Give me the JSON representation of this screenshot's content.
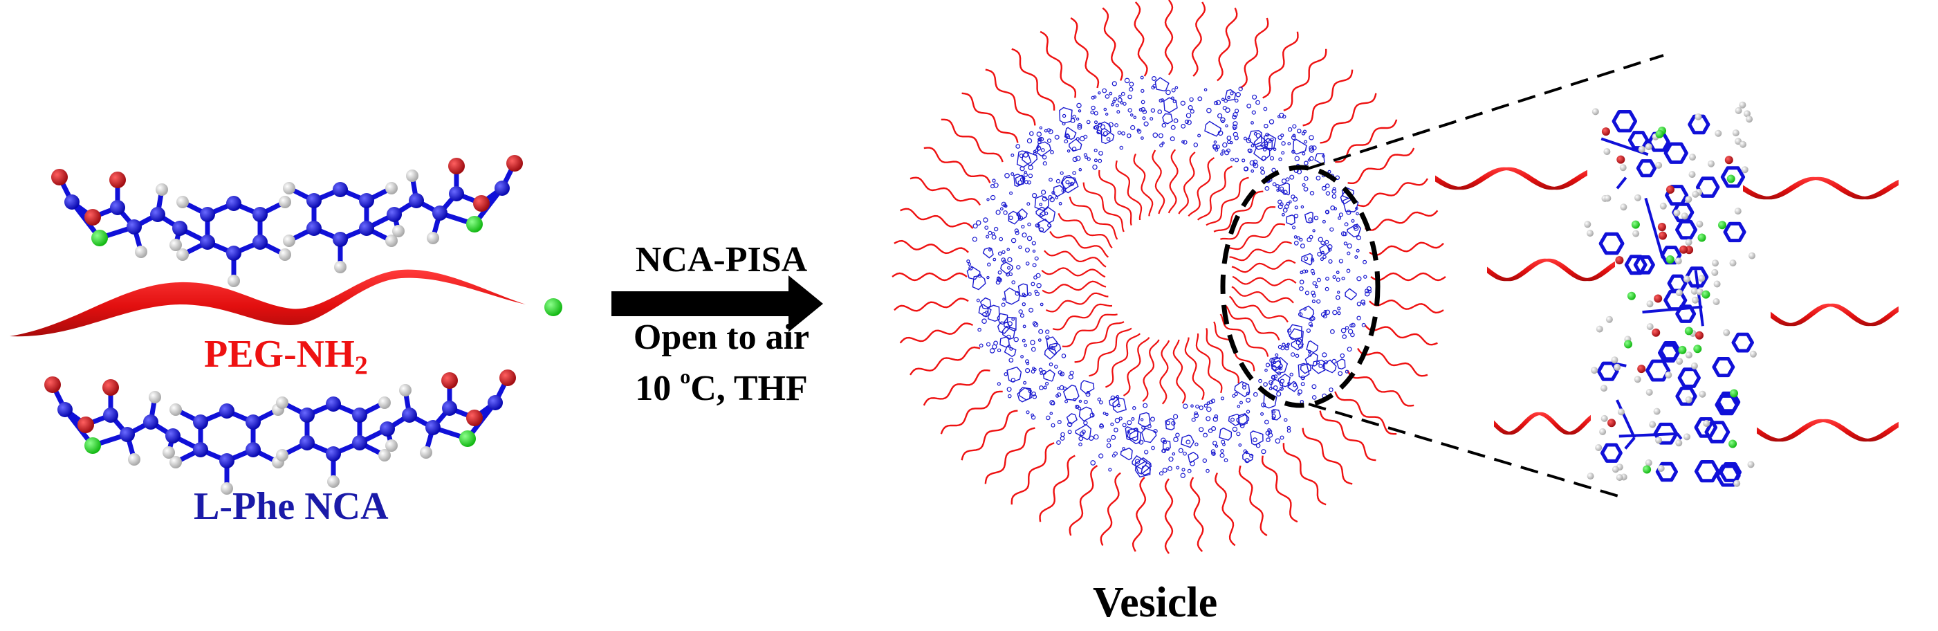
{
  "colors": {
    "peg": "#ee1111",
    "monomer": "#1a1ad0",
    "carbon": "#1010d8",
    "oxygen": "#c0151c",
    "nitrogen": "#22dd22",
    "hydrogen": "#dedede",
    "arrow": "#000000",
    "dashed": "#000000",
    "label_peg": "#ee1111",
    "label_phe": "#1a1aa8"
  },
  "labels": {
    "peg_main": "PEG-NH",
    "peg_sub": "2",
    "phe": "L-Phe NCA",
    "arrow_top": "NCA-PISA",
    "arrow_cond1": "Open to air",
    "arrow_cond2_pre": "10 ",
    "arrow_cond2_sup": "o",
    "arrow_cond2_post": "C, THF",
    "vesicle": "Vesicle"
  }
}
